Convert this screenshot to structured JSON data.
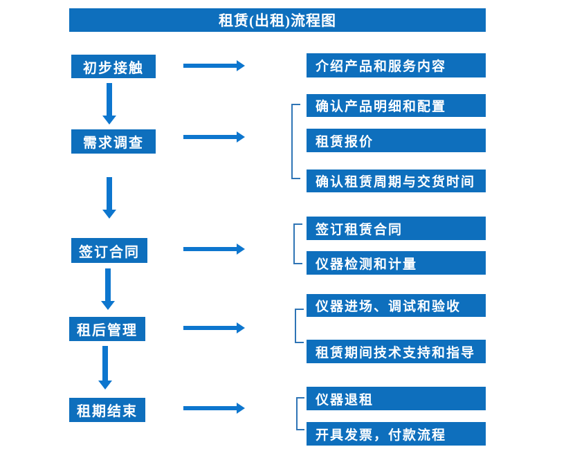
{
  "title": "租赁(出租)流程图",
  "colors": {
    "primary_blue": "#0E6FBD",
    "arrow_blue": "#0D76CE",
    "bracket_blue": "#2E74B5"
  },
  "flow": [
    {
      "step": "初步接触",
      "outputs": [
        "介绍产品和服务内容"
      ]
    },
    {
      "step": "需求调查",
      "outputs": [
        "确认产品明细和配置",
        "租赁报价",
        "确认租赁周期与交货时间"
      ]
    },
    {
      "step": "签订合同",
      "outputs": [
        "签订租赁合同",
        "仪器检测和计量"
      ]
    },
    {
      "step": "租后管理",
      "outputs": [
        "仪器进场、调试和验收",
        "租赁期间技术支持和指导"
      ]
    },
    {
      "step": "租期结束",
      "outputs": [
        "仪器退租",
        "开具发票，付款流程"
      ]
    }
  ]
}
